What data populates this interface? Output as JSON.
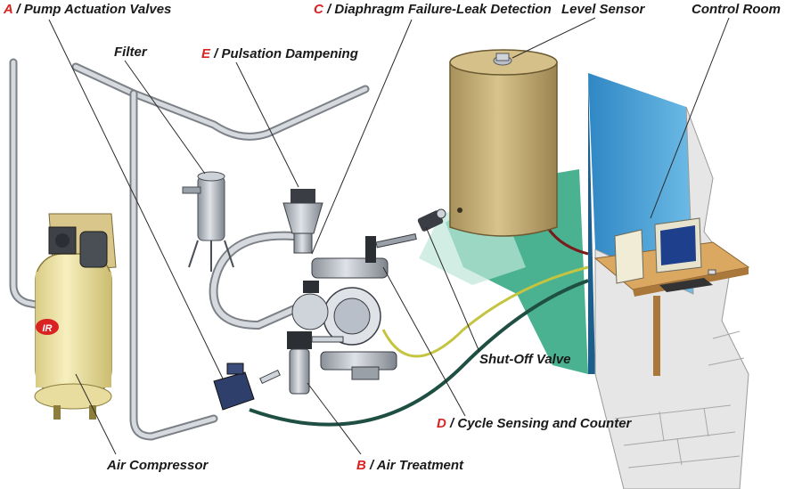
{
  "labels": {
    "a": {
      "letter": "A",
      "sep": " / ",
      "text": "Pump Actuation Valves"
    },
    "c": {
      "letter": "C",
      "sep": " / ",
      "text": "Diaphragm Failure-Leak Detection"
    },
    "level_sensor": {
      "text": "Level Sensor"
    },
    "control_room": {
      "text": "Control Room"
    },
    "filter": {
      "text": "Filter"
    },
    "e": {
      "letter": "E",
      "sep": " / ",
      "text": "Pulsation Dampening"
    },
    "shutoff": {
      "text": "Shut-Off Valve"
    },
    "d": {
      "letter": "D",
      "sep": " / ",
      "text": "Cycle Sensing and Counter"
    },
    "air_compressor": {
      "text": "Air Compressor"
    },
    "b": {
      "letter": "B",
      "sep": " / ",
      "text": "Air Treatment"
    }
  },
  "brand_mark": "IR",
  "colors": {
    "letter_red": "#d92323",
    "tank": "#c9b27a",
    "wall_blue": "#3f9fd6",
    "floor_green": "#2aa57c",
    "desk": "#d9a35e",
    "compressor": "#f0e6a8",
    "pump_gray": "#b9bfc8"
  }
}
